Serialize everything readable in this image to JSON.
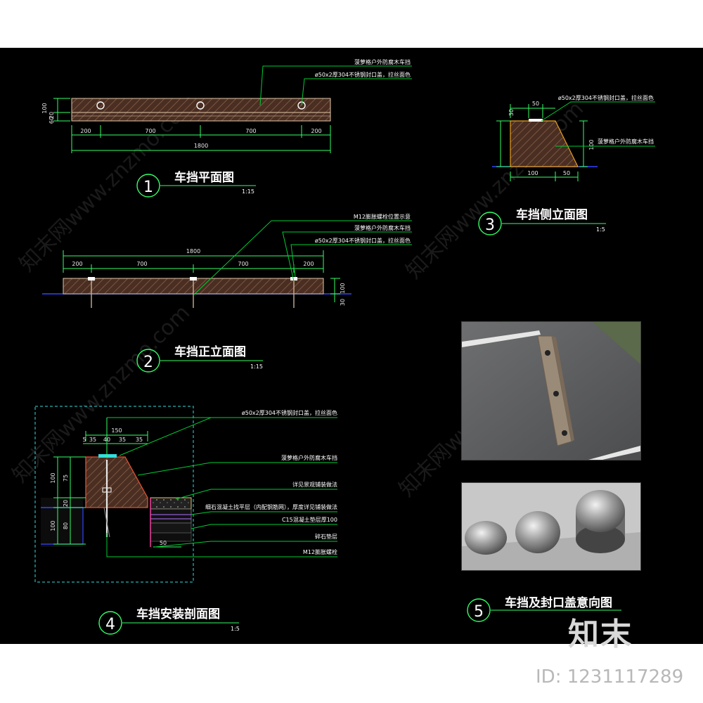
{
  "colors": {
    "background": "#000000",
    "leader": "#00cc33",
    "dimension": "#33ff66",
    "outline": "#e0c7a8",
    "hatch": "#6b4a36",
    "ground": "#3344ff",
    "title": "#ffffff",
    "frame": "#33dddd"
  },
  "views": [
    {
      "num": "1",
      "title": "车挡平面图",
      "scale": "1:15"
    },
    {
      "num": "2",
      "title": "车挡正立面图",
      "scale": "1:15"
    },
    {
      "num": "3",
      "title": "车挡侧立面图",
      "scale": "1:5"
    },
    {
      "num": "4",
      "title": "车挡安装剖面图",
      "scale": "1:5"
    },
    {
      "num": "5",
      "title": "车挡及封口盖意向图",
      "scale": ""
    }
  ],
  "plan": {
    "dims": [
      "200",
      "700",
      "700",
      "200"
    ],
    "total": "1800",
    "height_dims": [
      "100",
      "20",
      "60"
    ],
    "callouts": [
      "菠萝格户外防腐木车挡",
      "ø50x2厚304不锈钢封口盖，拉丝面色"
    ]
  },
  "front": {
    "total": "1800",
    "dims": [
      "200",
      "700",
      "700",
      "200"
    ],
    "height_dims": [
      "100",
      "30"
    ],
    "callouts": [
      "M12膨胀螺栓位置示意",
      "菠萝格户外防腐木车挡",
      "ø50x2厚304不锈钢封口盖，拉丝面色"
    ]
  },
  "side": {
    "top_dims": [
      "30",
      "50"
    ],
    "height_dim": "100",
    "bottom_dims": [
      "100",
      "50"
    ],
    "callouts": [
      "ø50x2厚304不锈钢封口盖，拉丝面色",
      "菠萝格户外防腐木车挡"
    ]
  },
  "section": {
    "top_total": "150",
    "top_dims": [
      "5",
      "35",
      "40",
      "35",
      "35"
    ],
    "left_dims": [
      "100",
      "75",
      "20",
      "100",
      "80"
    ],
    "bottom_dim": "50",
    "callouts": [
      "ø50x2厚304不锈钢封口盖，拉丝面色",
      "菠萝格户外防腐木车挡",
      "详见景观铺装做法",
      "细石混凝土找平层（内配钢筋网），厚度详见铺装做法",
      "C15混凝土垫层厚100",
      "碎石垫层",
      "M12膨胀螺栓"
    ]
  },
  "watermark": {
    "brand": "知末",
    "site": "知末网www.znzmo.com",
    "id": "ID: 1231117289"
  }
}
